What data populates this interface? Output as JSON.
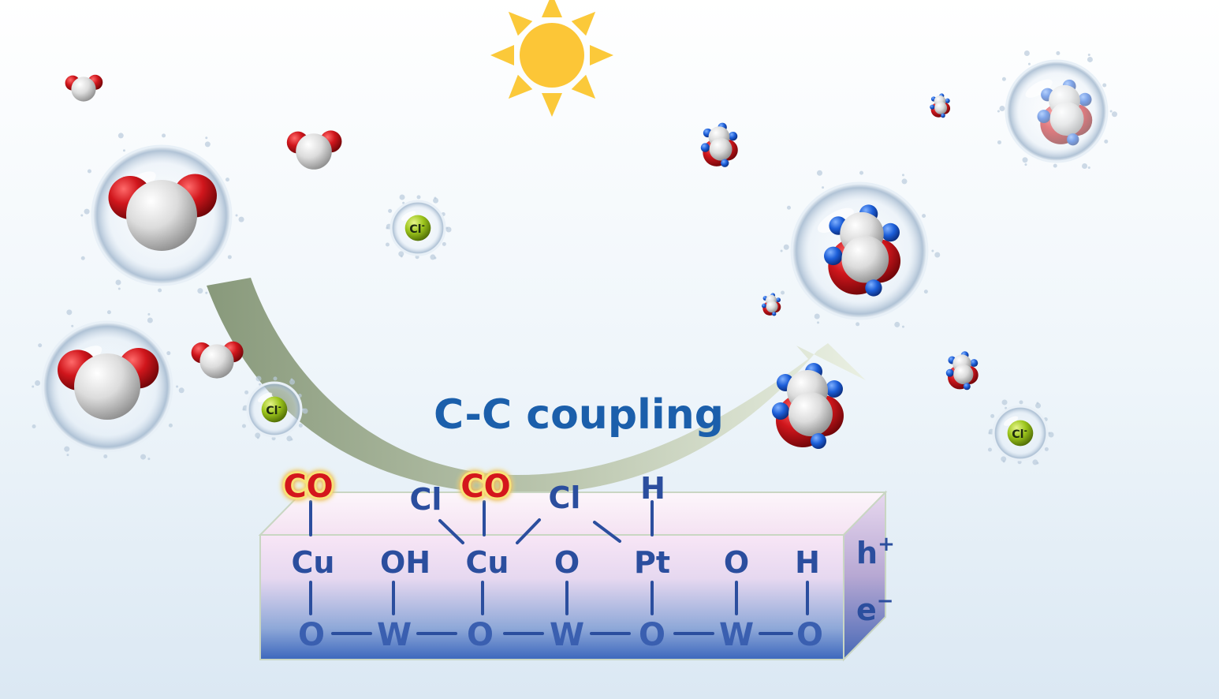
{
  "title": "C-C coupling",
  "colors": {
    "label_blue": "#2b4e9e",
    "title_blue": "#1b5fab",
    "co_red": "#d4161c",
    "co_glow": "#f7e27a",
    "oxygen_red": "#c4141a",
    "carbon_gray": "#d8d8d8",
    "hydrogen_blue": "#1c5ed8",
    "chloride_green": "#9bc41b",
    "sun_yellow": "#fbc93a",
    "arrow_green": "#9aa98a"
  },
  "surface": {
    "adsorbates": {
      "co1": "CO",
      "cl1": "Cl",
      "co2": "CO",
      "cl2": "Cl",
      "h_top": "H"
    },
    "middle_row": {
      "cu1": "Cu",
      "oh": "OH",
      "cu2": "Cu",
      "o1": "O",
      "pt": "Pt",
      "o2": "O",
      "h": "H"
    },
    "bottom_row": {
      "o1": "O",
      "w1": "W",
      "o2": "O",
      "w2": "W",
      "o3": "O",
      "w3": "W",
      "o4": "O"
    },
    "carriers": {
      "hole_base": "h",
      "hole_sup": "+",
      "electron_base": "e",
      "electron_sup": "−"
    }
  },
  "ions": {
    "cl_label": "Cl",
    "cl_sup": "-"
  },
  "icons": {
    "sun": "sun-icon",
    "co2_molecule": "co2-molecule-icon",
    "ethylene_molecule": "c2-product-molecule-icon",
    "chloride": "chloride-ion-icon",
    "arrow": "curved-arrow-icon"
  }
}
